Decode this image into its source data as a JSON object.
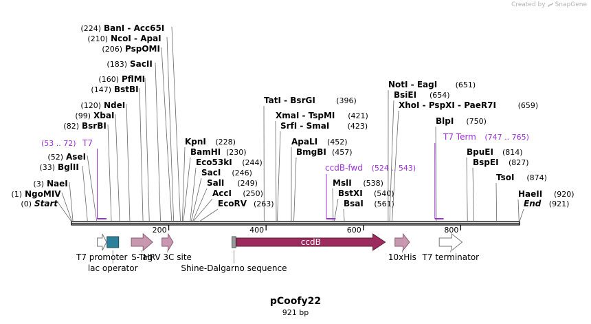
{
  "credit": {
    "created_by": "Created by",
    "brand": "SnapGene"
  },
  "plasmid": {
    "name": "pCoofy22",
    "length_label": "921 bp",
    "length": 921
  },
  "colors": {
    "primer": "#9b30d9",
    "feature_ccdb": "#9b2c5d",
    "feature_mauve": "#c897b0",
    "feature_teal": "#2e7f99",
    "line": "#000000"
  },
  "enzymes": [
    {
      "pos": "(0)",
      "name": "Start",
      "italic": true,
      "loc": 0
    },
    {
      "pos": "(1)",
      "name": "NgoMIV",
      "loc": 1
    },
    {
      "pos": "(3)",
      "name": "NaeI",
      "loc": 3
    },
    {
      "pos": "(33)",
      "name": "BglII",
      "loc": 33
    },
    {
      "pos": "(52)",
      "name": "AseI",
      "loc": 52
    },
    {
      "pos": "(82)",
      "name": "BsrBI",
      "loc": 82
    },
    {
      "pos": "(99)",
      "name": "XbaI",
      "loc": 99
    },
    {
      "pos": "(120)",
      "name": "NdeI",
      "loc": 120
    },
    {
      "pos": "(147)",
      "name": "BstBI",
      "loc": 147
    },
    {
      "pos": "(160)",
      "name": "PflMI",
      "loc": 160
    },
    {
      "pos": "(183)",
      "name": "SacII",
      "loc": 183
    },
    {
      "pos": "(206)",
      "name": "PspOMI",
      "loc": 206
    },
    {
      "pos": "(210)",
      "name": "NcoI - ApaI",
      "loc": 210
    },
    {
      "pos": "(224)",
      "name": "BanI - Acc65I",
      "loc": 224
    },
    {
      "name": "KpnI",
      "pos": "(228)",
      "loc": 228
    },
    {
      "name": "BamHI",
      "pos": "(230)",
      "loc": 230
    },
    {
      "name": "Eco53kI",
      "pos": "(244)",
      "loc": 244
    },
    {
      "name": "SacI",
      "pos": "(246)",
      "loc": 246
    },
    {
      "name": "SalI",
      "pos": "(249)",
      "loc": 249
    },
    {
      "name": "AccI",
      "pos": "(250)",
      "loc": 250
    },
    {
      "name": "EcoRV",
      "pos": "(263)",
      "loc": 263
    },
    {
      "name": "TatI - BsrGI",
      "pos": "(396)",
      "loc": 396
    },
    {
      "name": "XmaI - TspMI",
      "pos": "(421)",
      "loc": 421
    },
    {
      "name": "SrfI - SmaI",
      "pos": "(423)",
      "loc": 423
    },
    {
      "name": "ApaLI",
      "pos": "(452)",
      "loc": 452
    },
    {
      "name": "BmgBI",
      "pos": "(457)",
      "loc": 457
    },
    {
      "name": "MslI",
      "pos": "(538)",
      "loc": 538
    },
    {
      "name": "BstXI",
      "pos": "(540)",
      "loc": 540
    },
    {
      "name": "BsaI",
      "pos": "(561)",
      "loc": 561
    },
    {
      "name": "NotI - EagI",
      "pos": "(651)",
      "loc": 651
    },
    {
      "name": "BsiEI",
      "pos": "(654)",
      "loc": 654
    },
    {
      "name": "XhoI - PspXI - PaeR7I",
      "pos": "(659)",
      "loc": 659
    },
    {
      "name": "BlpI",
      "pos": "(750)",
      "loc": 750
    },
    {
      "name": "BpuEI",
      "pos": "(814)",
      "loc": 814
    },
    {
      "name": "BspEI",
      "pos": "(827)",
      "loc": 827
    },
    {
      "name": "TsoI",
      "pos": "(874)",
      "loc": 874
    },
    {
      "name": "HaeII",
      "pos": "(920)",
      "loc": 920
    },
    {
      "name": "End",
      "pos": "(921)",
      "italic": true,
      "loc": 921
    }
  ],
  "primers": [
    {
      "name": "T7",
      "range": "(53 .. 72)",
      "start": 53,
      "end": 72
    },
    {
      "name": "ccdB-fwd",
      "range": "(524 .. 543)",
      "start": 524,
      "end": 543
    },
    {
      "name": "T7 Term",
      "range": "(747 .. 765)",
      "start": 747,
      "end": 765
    }
  ],
  "ruler": {
    "ticks": [
      "200",
      "400",
      "600",
      "800"
    ],
    "tick_positions": [
      200,
      400,
      600,
      800
    ]
  },
  "features": [
    {
      "name": "T7 promoter",
      "start": 53,
      "end": 72,
      "style": "outline-arrow"
    },
    {
      "name": "lac operator",
      "start": 73,
      "end": 97,
      "style": "teal-box"
    },
    {
      "name": "S-Tag",
      "start": 123,
      "end": 167,
      "style": "mauve-arrow"
    },
    {
      "name": "HRV 3C site",
      "start": 186,
      "end": 209,
      "style": "mauve-arrow"
    },
    {
      "name": "Shine-Dalgarno sequence",
      "start": 330,
      "end": 338,
      "style": "gray-box"
    },
    {
      "name": "ccdB",
      "start": 339,
      "end": 645,
      "style": "ccdb-arrow"
    },
    {
      "name": "10xHis",
      "start": 665,
      "end": 695,
      "style": "mauve-arrow"
    },
    {
      "name": "T7 terminator",
      "start": 756,
      "end": 803,
      "style": "outline-arrow"
    }
  ]
}
